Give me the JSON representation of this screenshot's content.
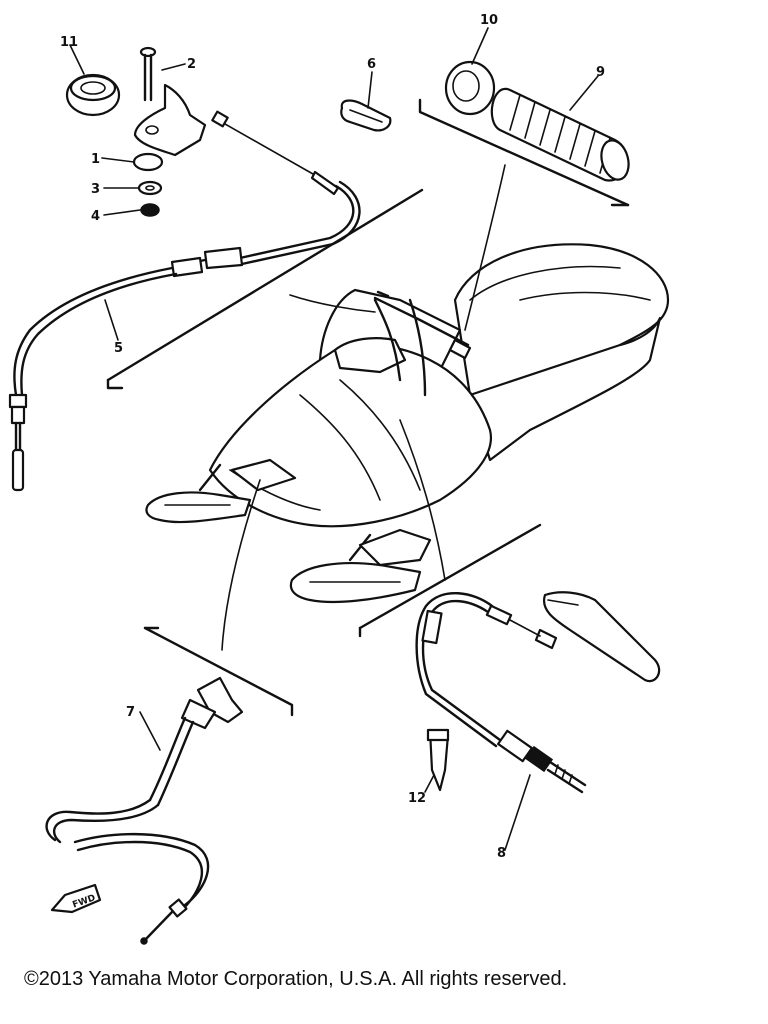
{
  "diagram": {
    "callouts": [
      {
        "id": "callout-1",
        "label": "1"
      },
      {
        "id": "callout-2",
        "label": "2"
      },
      {
        "id": "callout-3",
        "label": "3"
      },
      {
        "id": "callout-4",
        "label": "4"
      },
      {
        "id": "callout-5",
        "label": "5"
      },
      {
        "id": "callout-6",
        "label": "6"
      },
      {
        "id": "callout-7",
        "label": "7"
      },
      {
        "id": "callout-8",
        "label": "8"
      },
      {
        "id": "callout-9",
        "label": "9"
      },
      {
        "id": "callout-10",
        "label": "10"
      },
      {
        "id": "callout-11",
        "label": "11"
      },
      {
        "id": "callout-12",
        "label": "12"
      }
    ],
    "forward_arrow_label": "FWD"
  },
  "footer": {
    "copyright": "©2013 Yamaha Motor Corporation, U.S.A. All rights reserved."
  }
}
